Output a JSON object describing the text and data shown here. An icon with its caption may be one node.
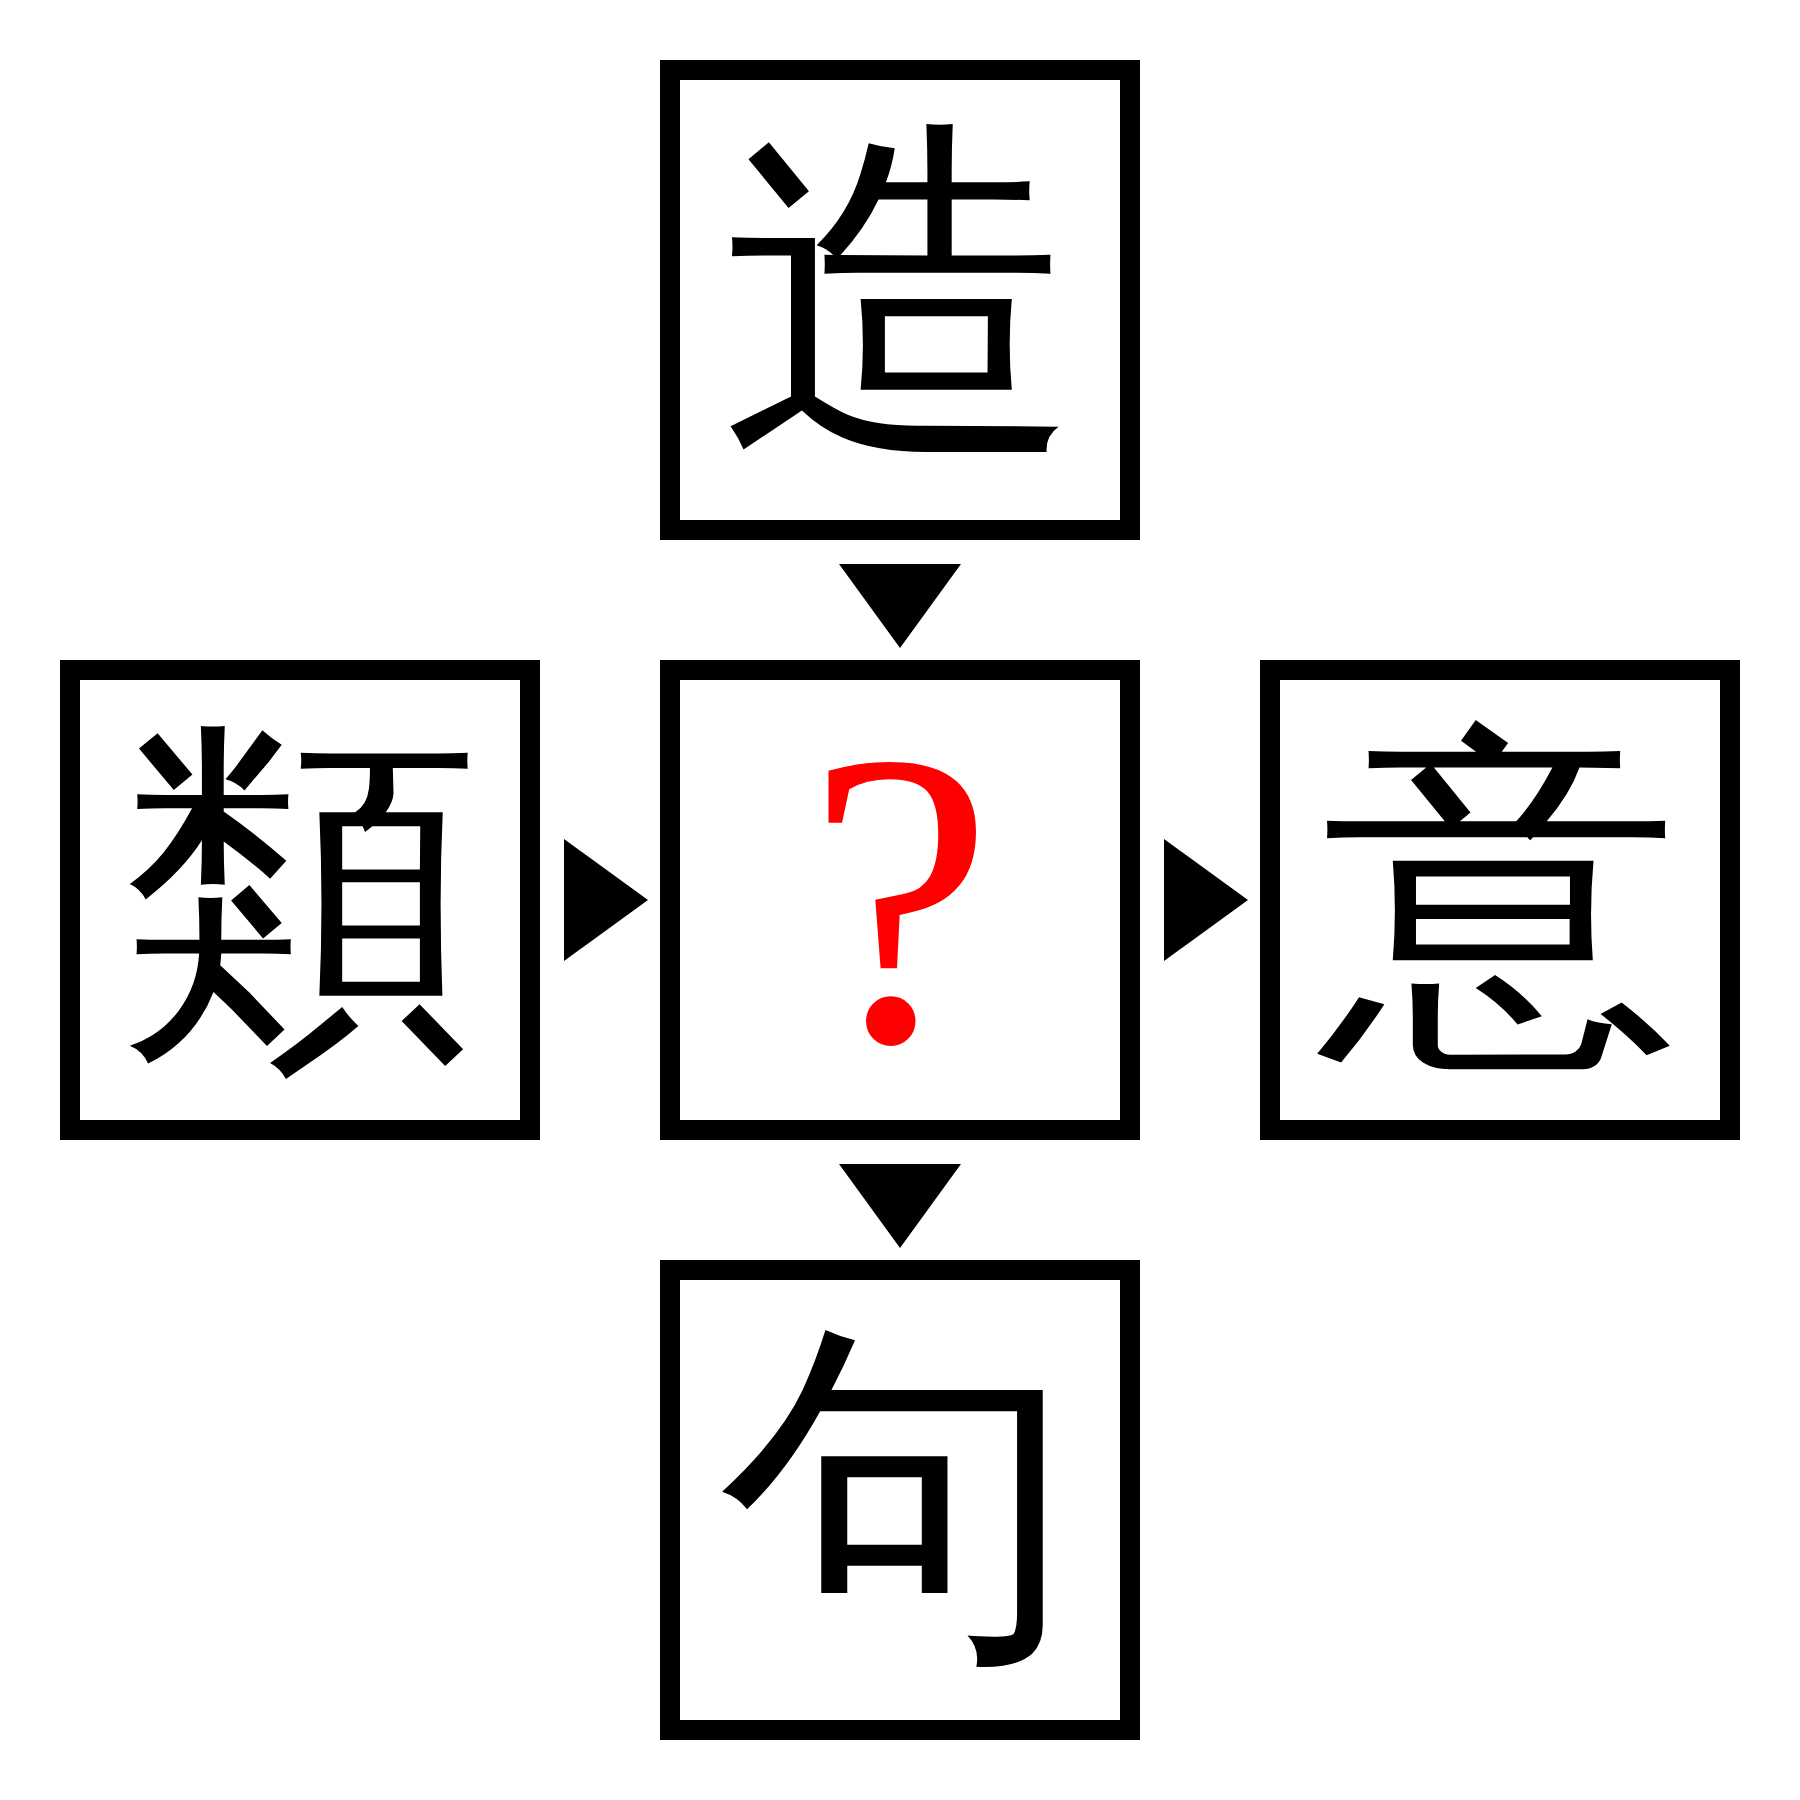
{
  "diagram": {
    "nodes": [
      {
        "text": [
          "造"
        ]
      },
      {
        "text": [
          "類"
        ]
      },
      {
        "text": [
          "?"
        ]
      },
      {
        "text": [
          "意"
        ]
      },
      {
        "text": [
          "句"
        ]
      }
    ],
    "edges": [
      {
        "from": 0,
        "to": 2,
        "arrow": "to"
      },
      {
        "from": 1,
        "to": 2,
        "arrow": "to"
      },
      {
        "from": 2,
        "to": 3,
        "arrow": "to"
      },
      {
        "from": 2,
        "to": 4,
        "arrow": "to"
      }
    ]
  }
}
